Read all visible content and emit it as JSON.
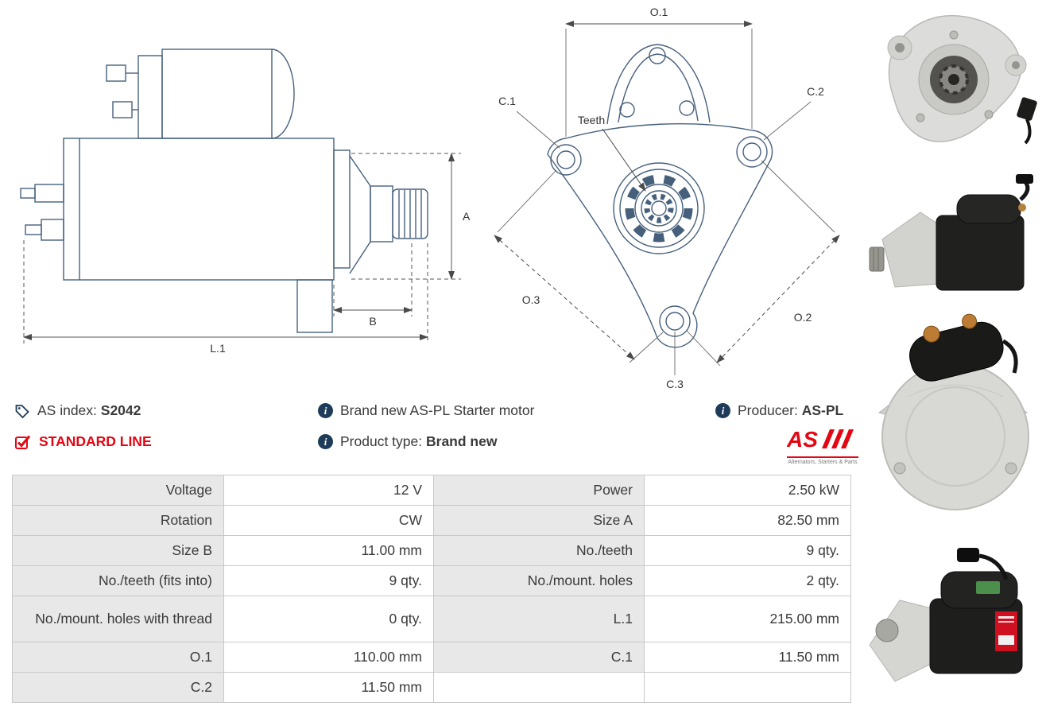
{
  "colors": {
    "accent_red": "#e30613",
    "icon_navy": "#1e3c5a",
    "table_label_bg": "#e8e8e8",
    "table_border": "#c9c9c9",
    "drawing_stroke": "#46607c"
  },
  "icons": {
    "as_index": "tag-icon",
    "standard_line": "checkbox-checked-icon",
    "info": "info-icon",
    "info_glyph": "i"
  },
  "drawings": {
    "side_view": {
      "dim_a": "A",
      "dim_b": "B",
      "dim_l1": "L.1"
    },
    "front_view": {
      "dim_o1": "O.1",
      "dim_o2": "O.2",
      "dim_o3": "O.3",
      "dim_c1": "C.1",
      "dim_c2": "C.2",
      "dim_c3": "C.3",
      "teeth": "Teeth"
    }
  },
  "info": {
    "as_index_label": "AS index:",
    "as_index_value": "S2042",
    "standard_line": "STANDARD LINE",
    "brand_new": "Brand new AS-PL Starter motor",
    "product_type_label": "Product type:",
    "product_type_value": "Brand new",
    "producer_label": "Producer:",
    "producer_value": "AS-PL"
  },
  "logo": {
    "text": "AS",
    "subtext": "Alternators, Starters & Parts"
  },
  "spec_table": {
    "rows": [
      {
        "l1": "Voltage",
        "v1": "12 V",
        "l2": "Power",
        "v2": "2.50 kW"
      },
      {
        "l1": "Rotation",
        "v1": "CW",
        "l2": "Size A",
        "v2": "82.50 mm"
      },
      {
        "l1": "Size B",
        "v1": "11.00 mm",
        "l2": "No./teeth",
        "v2": "9 qty."
      },
      {
        "l1": "No./teeth (fits into)",
        "v1": "9 qty.",
        "l2": "No./mount. holes",
        "v2": "2 qty."
      },
      {
        "l1": "No./mount. holes with thread",
        "v1": "0 qty.",
        "l2": "L.1",
        "v2": "215.00 mm"
      },
      {
        "l1": "O.1",
        "v1": "110.00 mm",
        "l2": "C.1",
        "v2": "11.50 mm"
      },
      {
        "l1": "C.2",
        "v1": "11.50 mm",
        "l2": "",
        "v2": ""
      }
    ]
  }
}
